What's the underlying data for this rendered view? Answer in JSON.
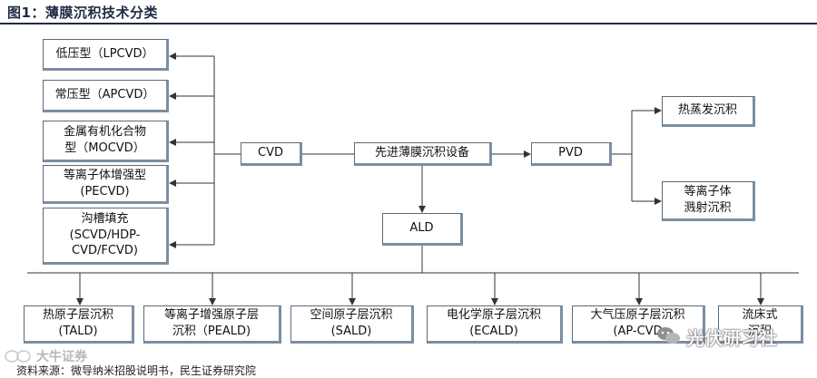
{
  "header": {
    "title": "图1：薄膜沉积技术分类"
  },
  "center": {
    "label": "先进薄膜沉积设备"
  },
  "categories": {
    "cvd": "CVD",
    "pvd": "PVD",
    "ald": "ALD"
  },
  "cvd_items": [
    "低压型（LPCVD）",
    "常压型（APCVD）",
    "金属有机化合物\n型（MOCVD）",
    "等离子体增强型\n(PECVD)",
    "沟槽填充\n(SCVD/HDP-\nCVD/FCVD)"
  ],
  "pvd_items": [
    "热蒸发沉积",
    "等离子体\n溅射沉积"
  ],
  "ald_items": [
    "热原子层沉积\n(TALD)",
    "等离子增强原子层\n沉积（PEALD)",
    "空间原子层沉积\n(SALD)",
    "电化学原子层沉积\n(ECALD)",
    "大气压原子层沉积\n(AP-CVD",
    "流床式\n沉积"
  ],
  "watermarks": {
    "left": "大牛证券",
    "right": "光伏研习社"
  },
  "source": "资料来源：微导纳米招股说明书，民生证券研究院"
}
